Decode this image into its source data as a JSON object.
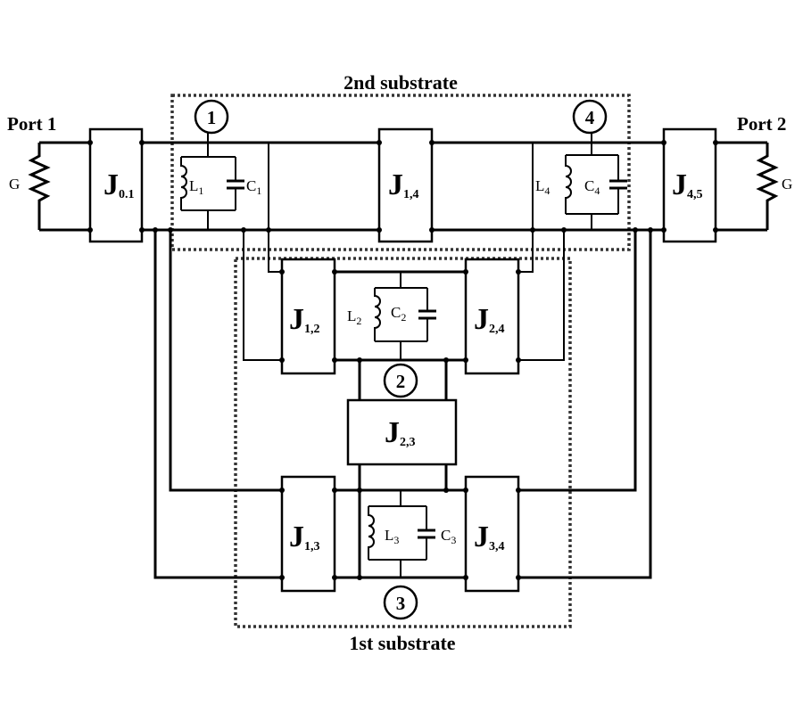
{
  "diagram": {
    "substrate_top_label": "2nd substrate",
    "substrate_bottom_label": "1st substrate",
    "port1_label": "Port 1",
    "port2_label": "Port 2",
    "g_left": "G",
    "g_right": "G",
    "inverters": [
      {
        "id": "J01",
        "main": "J",
        "sub": "0.1"
      },
      {
        "id": "J14",
        "main": "J",
        "sub": "1,4"
      },
      {
        "id": "J45",
        "main": "J",
        "sub": "4,5"
      },
      {
        "id": "J12",
        "main": "J",
        "sub": "1,2"
      },
      {
        "id": "J24",
        "main": "J",
        "sub": "2,4"
      },
      {
        "id": "J23",
        "main": "J",
        "sub": "2,3"
      },
      {
        "id": "J13",
        "main": "J",
        "sub": "1,3"
      },
      {
        "id": "J34",
        "main": "J",
        "sub": "3,4"
      }
    ],
    "resonators": [
      {
        "L": "L",
        "Lsub": "1",
        "C": "C",
        "Csub": "1"
      },
      {
        "L": "L",
        "Lsub": "2",
        "C": "C",
        "Csub": "2"
      },
      {
        "L": "L",
        "Lsub": "3",
        "C": "C",
        "Csub": "3"
      },
      {
        "L": "L",
        "Lsub": "4",
        "C": "C",
        "Csub": "4"
      }
    ],
    "nodes": [
      "1",
      "2",
      "3",
      "4"
    ]
  }
}
